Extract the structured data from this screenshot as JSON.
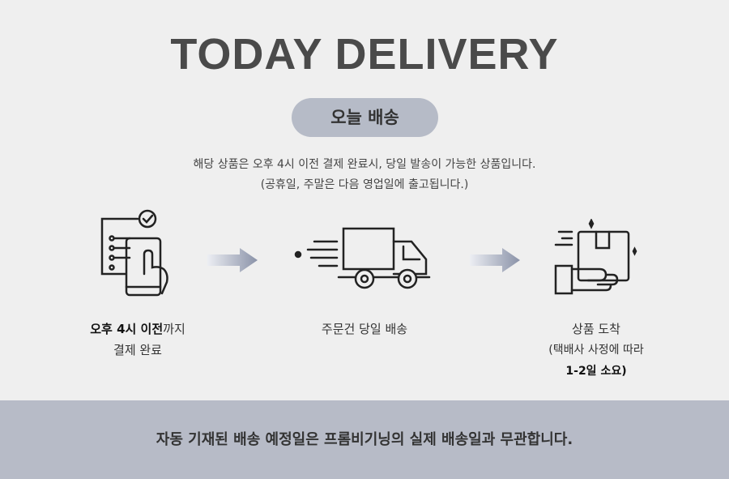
{
  "title": "TODAY DELIVERY",
  "badge": "오늘 배송",
  "description": [
    "해당 상품은 오후 4시 이전 결제 완료시, 당일 발송이 가능한 상품입니다.",
    "(공휴일, 주말은 다음 영업일에 출고됩니다.)"
  ],
  "steps": [
    {
      "icon": "phone-order-icon",
      "bold": "오후 4시 이전",
      "rest": "까지",
      "line2": "결제 완료"
    },
    {
      "icon": "delivery-truck-icon",
      "line1": "주문건 당일 배송"
    },
    {
      "icon": "package-hand-icon",
      "line1": "상품 도착",
      "line2": "(택배사 사정에 따라",
      "line3": "1-2일 소요)"
    }
  ],
  "notice": "자동 기재된 배송 예정일은 프롬비기닝의 실제 배송일과 무관합니다.",
  "colors": {
    "background": "#efefef",
    "badge": "#b6bbc7",
    "band": "#b7bbc7",
    "title": "#4a4a4a"
  }
}
